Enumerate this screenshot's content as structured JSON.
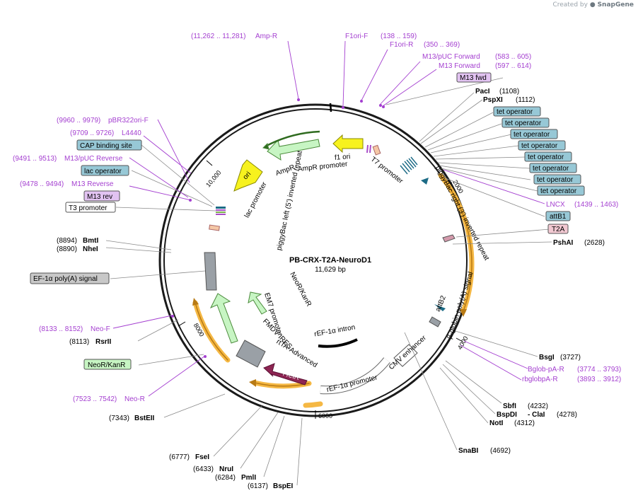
{
  "brand": {
    "prefix": "Created by",
    "name": "SnapGene"
  },
  "plasmid": {
    "name": "PB-CRX-T2A-NeuroD1",
    "size": "11,629 bp"
  },
  "ticks": [
    "2000",
    "4000",
    "6000",
    "8000",
    "10,000"
  ],
  "labels": {
    "amp_r": "Amp-R",
    "amp_r_range": "(11,262 .. 11,281)",
    "f1ori_f": "F1ori-F",
    "f1ori_r": "F1ori-R",
    "f1ori_r_range": "(138 .. 159)",
    "f1ori_r_range2": "(350 .. 369)",
    "m13puc_fwd": "M13/pUC Forward",
    "m13puc_fwd_range": "(583 .. 605)",
    "m13_fwd_primer": "M13 Forward",
    "m13_fwd_primer_range": "(597 .. 614)",
    "m13_fwd": "M13 fwd",
    "paci": "PacI",
    "paci_pos": "(1108)",
    "pspxi": "PspXI",
    "pspxi_pos": "(1112)",
    "tet_op": "tet operator",
    "lncx": "LNCX",
    "lncx_range": "(1439 .. 1463)",
    "attb1": "attB1",
    "t2a": "T2A",
    "pshai": "PshAI",
    "pshai_pos": "(2628)",
    "bsgi": "BsgI",
    "bsgi_pos": "(3727)",
    "bglob": "Bglob-pA-R",
    "bglob_range": "(3774 .. 3793)",
    "rbglob": "rbglobpA-R",
    "rbglob_range": "(3893 .. 3912)",
    "sbfi": "SbfI",
    "sbfi_pos": "(4232)",
    "bspdi": "BspDI",
    "clai": "- ClaI",
    "bspdi_pos": "(4278)",
    "noti": "NotI",
    "noti_pos": "(4312)",
    "snabi": "SnaBI",
    "snabi_pos": "(4692)",
    "bspei": "BspEI",
    "bspei_pos": "(6137)",
    "pmli": "PmlI",
    "pmli_pos": "(6284)",
    "nrui": "NruI",
    "nrui_pos": "(6433)",
    "fsei": "FseI",
    "fsei_pos": "(6777)",
    "bsteii": "BstEII",
    "bsteii_pos": "(7343)",
    "neo_r": "Neo-R",
    "neo_r_range": "(7523 .. 7542)",
    "neor_kanr_box": "NeoR/KanR",
    "rsrii": "RsrII",
    "rsrii_pos": "(8113)",
    "neo_f": "Neo-F",
    "neo_f_range": "(8133 .. 8152)",
    "ef1a_polya": "EF-1α poly(A) signal",
    "nhei": "NheI",
    "nhei_pos": "(8890)",
    "bmti": "BmtI",
    "bmti_pos": "(8894)",
    "t3": "T3 promoter",
    "m13rev": "M13 rev",
    "m13_reverse": "M13 Reverse",
    "m13_reverse_range": "(9478 .. 9494)",
    "lac_op": "lac operator",
    "m13puc_rev": "M13/pUC Reverse",
    "m13puc_rev_range": "(9491 .. 9513)",
    "cap": "CAP binding site",
    "l4440": "L4440",
    "l4440_range": "(9709 .. 9726)",
    "pbr322": "pBR322ori-F",
    "pbr322_range": "(9960 .. 9979)"
  },
  "features": {
    "f1_ori": "f1 ori",
    "ampr": "AmpR",
    "ampr_promoter": "AmpR promoter",
    "ori": "ori",
    "lac_promoter": "lac promoter",
    "pb5": "piggyBac left (5') inverted repeat",
    "pb3": "piggyBac right (3') inverted repeat",
    "t7": "T7 promoter",
    "bglobin": "β-globin poly(A) signal",
    "attb2": "attB2",
    "cmv": "CMV enhancer",
    "ref1a_promoter": "rEF-1α promoter",
    "ref1a_intron": "rEF-1α intron",
    "rtetr": "rTetR",
    "rtta": "rtTA-Advanced",
    "fmdv": "FMDV IRES",
    "em7": "EM7 promoter",
    "neor": "NeoR/KanR"
  }
}
